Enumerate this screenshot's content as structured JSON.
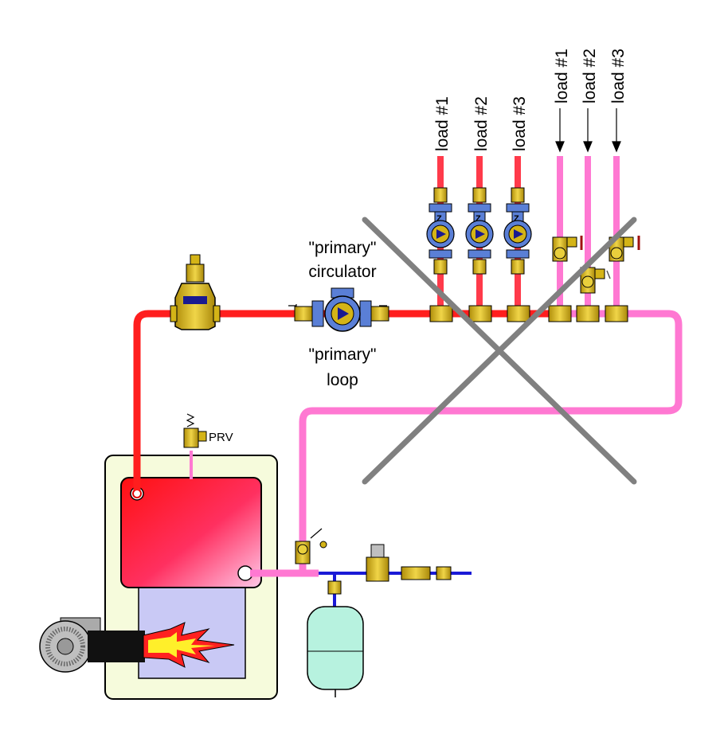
{
  "labels": {
    "primary_circulator_line1": "\"primary\"",
    "primary_circulator_line2": "circulator",
    "primary_loop_line1": "\"primary\"",
    "primary_loop_line2": "loop",
    "prv": "PRV",
    "supply_loads": [
      "load #1",
      "load #2",
      "load #3"
    ],
    "return_loads": [
      "load #1",
      "load #2",
      "load #3"
    ]
  },
  "colors": {
    "supply_pipe": "#ff1e1e",
    "return_pipe": "#ff78d2",
    "cold_pipe": "#1a1ad6",
    "brass": "#d4b417",
    "pump_body": "#5a7fd6",
    "cross_out": "#808080",
    "boiler_jacket": "#f6fbdc",
    "firebox": "#c9c9f5",
    "expansion_tank": "#b7f2df"
  }
}
